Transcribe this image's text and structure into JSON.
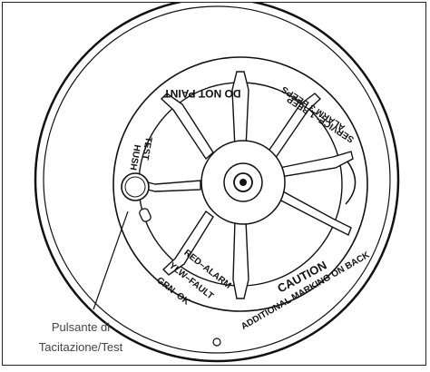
{
  "labels": {
    "do_not_paint": "DO NOT PAINT",
    "service": "SERVICE: 1 BEEP",
    "alarm_beeps": "ALARM 3 BEEPS",
    "test": "TEST",
    "hush": "HUSH",
    "red_alarm": "RED–ALARM",
    "ylw_fault": "YLW–FAULT",
    "grn_ok": "GRN–OK",
    "caution": "CAUTION",
    "additional_marking": "ADDITIONAL MARKING ON BACK"
  },
  "callout": {
    "line1": "Pulsante di",
    "line2": "Tacitazione/Test"
  }
}
